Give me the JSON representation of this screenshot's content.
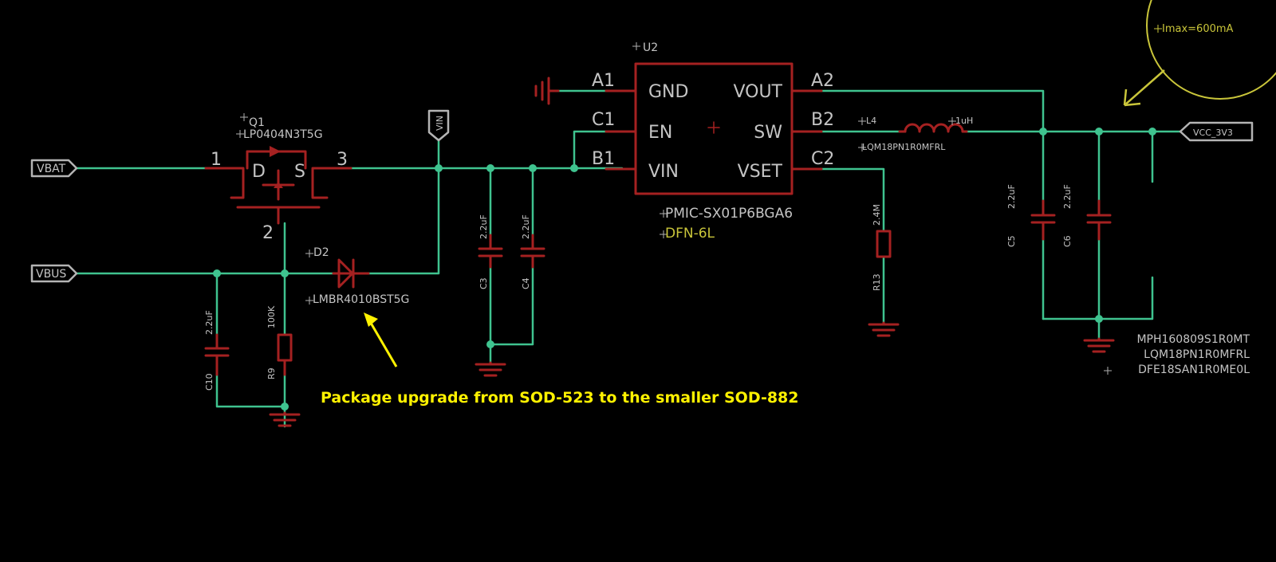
{
  "ports": {
    "vbat": "VBAT",
    "vbus": "VBUS",
    "vin": "VIN",
    "vcc": "VCC_3V3"
  },
  "q1": {
    "ref": "Q1",
    "value": "LP0404N3T5G",
    "pin1": "1",
    "pin2": "2",
    "pin3": "3",
    "drain": "D",
    "source": "S"
  },
  "d2": {
    "ref": "D2",
    "value": "LMBR4010BST5G"
  },
  "u2": {
    "ref": "U2",
    "value": "PMIC-SX01P6BGA6",
    "package": "DFN-6L",
    "left_pins": [
      {
        "ball": "A1",
        "name": "GND"
      },
      {
        "ball": "C1",
        "name": "EN"
      },
      {
        "ball": "B1",
        "name": "VIN"
      }
    ],
    "right_pins": [
      {
        "ball": "A2",
        "name": "VOUT"
      },
      {
        "ball": "B2",
        "name": "SW"
      },
      {
        "ball": "C2",
        "name": "VSET"
      }
    ]
  },
  "l4": {
    "ref": "L4",
    "value": "1uH",
    "part": "LQM18PN1R0MFRL"
  },
  "r13": {
    "ref": "R13",
    "value": "2.4M"
  },
  "r9": {
    "ref": "R9",
    "value": "100K"
  },
  "c3": {
    "ref": "C3",
    "value": "2.2uF"
  },
  "c4": {
    "ref": "C4",
    "value": "2.2uF"
  },
  "c5": {
    "ref": "C5",
    "value": "2.2uF"
  },
  "c6": {
    "ref": "C6",
    "value": "2.2uF"
  },
  "c10": {
    "ref": "C10",
    "value": "2.2uF"
  },
  "inductor_alternates": [
    "MPH160809S1R0MT",
    "LQM18PN1R0MFRL",
    "DFE18SAN1R0ME0L"
  ],
  "imax_note": "Imax=600mA",
  "package_note": "Package upgrade from SOD-523 to the smaller SOD-882",
  "colors": {
    "background": "#000000",
    "wire": "#3fc38f",
    "device": "#a52121",
    "text": "#c4c4c4",
    "annotation": "#c9c53a",
    "note": "#fff200"
  }
}
